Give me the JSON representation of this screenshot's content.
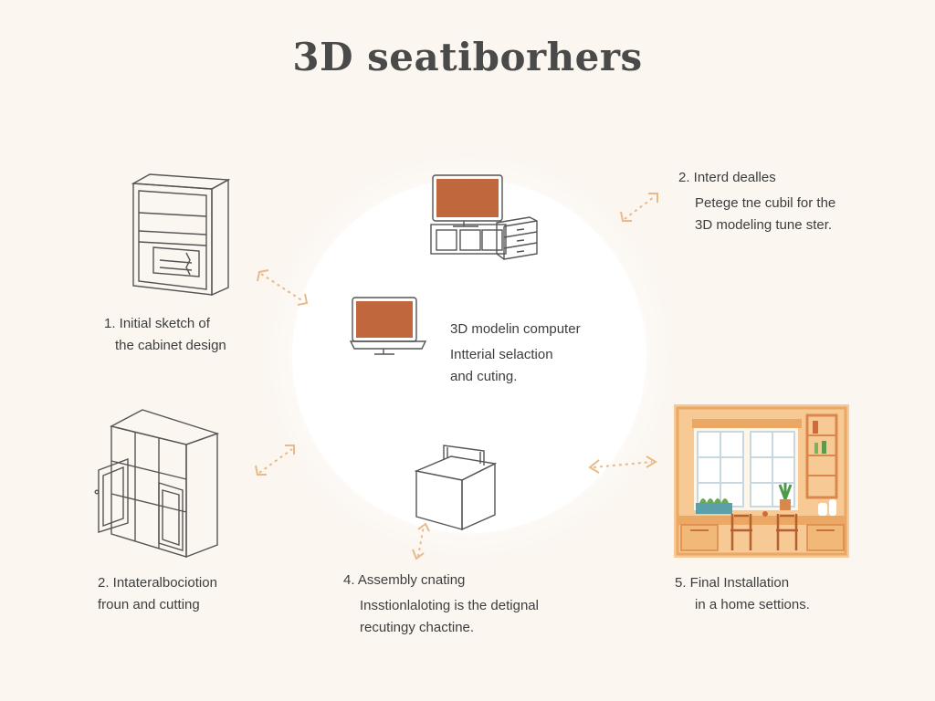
{
  "title": "3D seatiborhers",
  "hub": {
    "line1": "3D modelin computer",
    "line2": "Intterial selaction",
    "line3": "and cuting."
  },
  "steps": {
    "s1": {
      "line1": "1. Initial sketch of",
      "line2": "the cabinet design"
    },
    "s2a": {
      "line1": "2. Interd dealles",
      "line2": "Petege tne cubil for the",
      "line3": "3D modeling tune ster."
    },
    "s2b": {
      "line1": "2. Intateralbociotion",
      "line2": "froun and cutting"
    },
    "s4": {
      "line1": "4. Assembly cnating",
      "line2": "Insstionlaloting is the detignal",
      "line3": "recutingy chactine."
    },
    "s5": {
      "line1": "5. Final Installation",
      "line2": "in a home settions."
    }
  },
  "colors": {
    "background": "#fbf6f0",
    "arrow": "#e9b98a",
    "screen": "#c0673d",
    "room": "#f6c995",
    "line_art": "#555555"
  }
}
